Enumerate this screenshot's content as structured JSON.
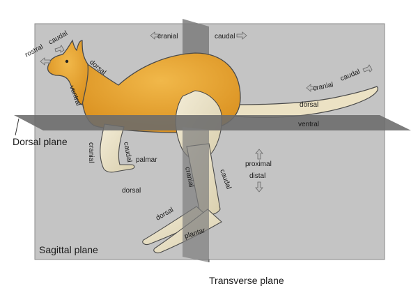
{
  "colors": {
    "sagittal_plane": "#c4c4c4",
    "transverse_plane": "#7d7d7d",
    "dorsal_plane": "#6b6b6b",
    "kangaroo_body": "#e8a32a",
    "kangaroo_limb": "#ece2c4",
    "outline": "#4a4a4a"
  },
  "planes": {
    "sagittal": "Sagittal plane",
    "dorsal": "Dorsal plane",
    "transverse": "Transverse plane"
  },
  "labels": {
    "rostral": "rostral",
    "caudal_head": "caudal",
    "dorsal_neck": "dorsal",
    "ventral_chest": "ventral",
    "cranial_top": "cranial",
    "caudal_top": "caudal",
    "cranial_tail": "cranial",
    "caudal_tail": "caudal",
    "dorsal_tail": "dorsal",
    "ventral_tail": "ventral",
    "cranial_forelimb": "cranial",
    "caudal_forelimb": "caudal",
    "palmar": "palmar",
    "dorsal_paw": "dorsal",
    "cranial_hindlimb": "cranial",
    "caudal_hindlimb": "caudal",
    "proximal": "proximal",
    "distal": "distal",
    "dorsal_foot": "dorsal",
    "plantar": "plantar"
  },
  "icons": {
    "arrow": "arrow-icon"
  }
}
